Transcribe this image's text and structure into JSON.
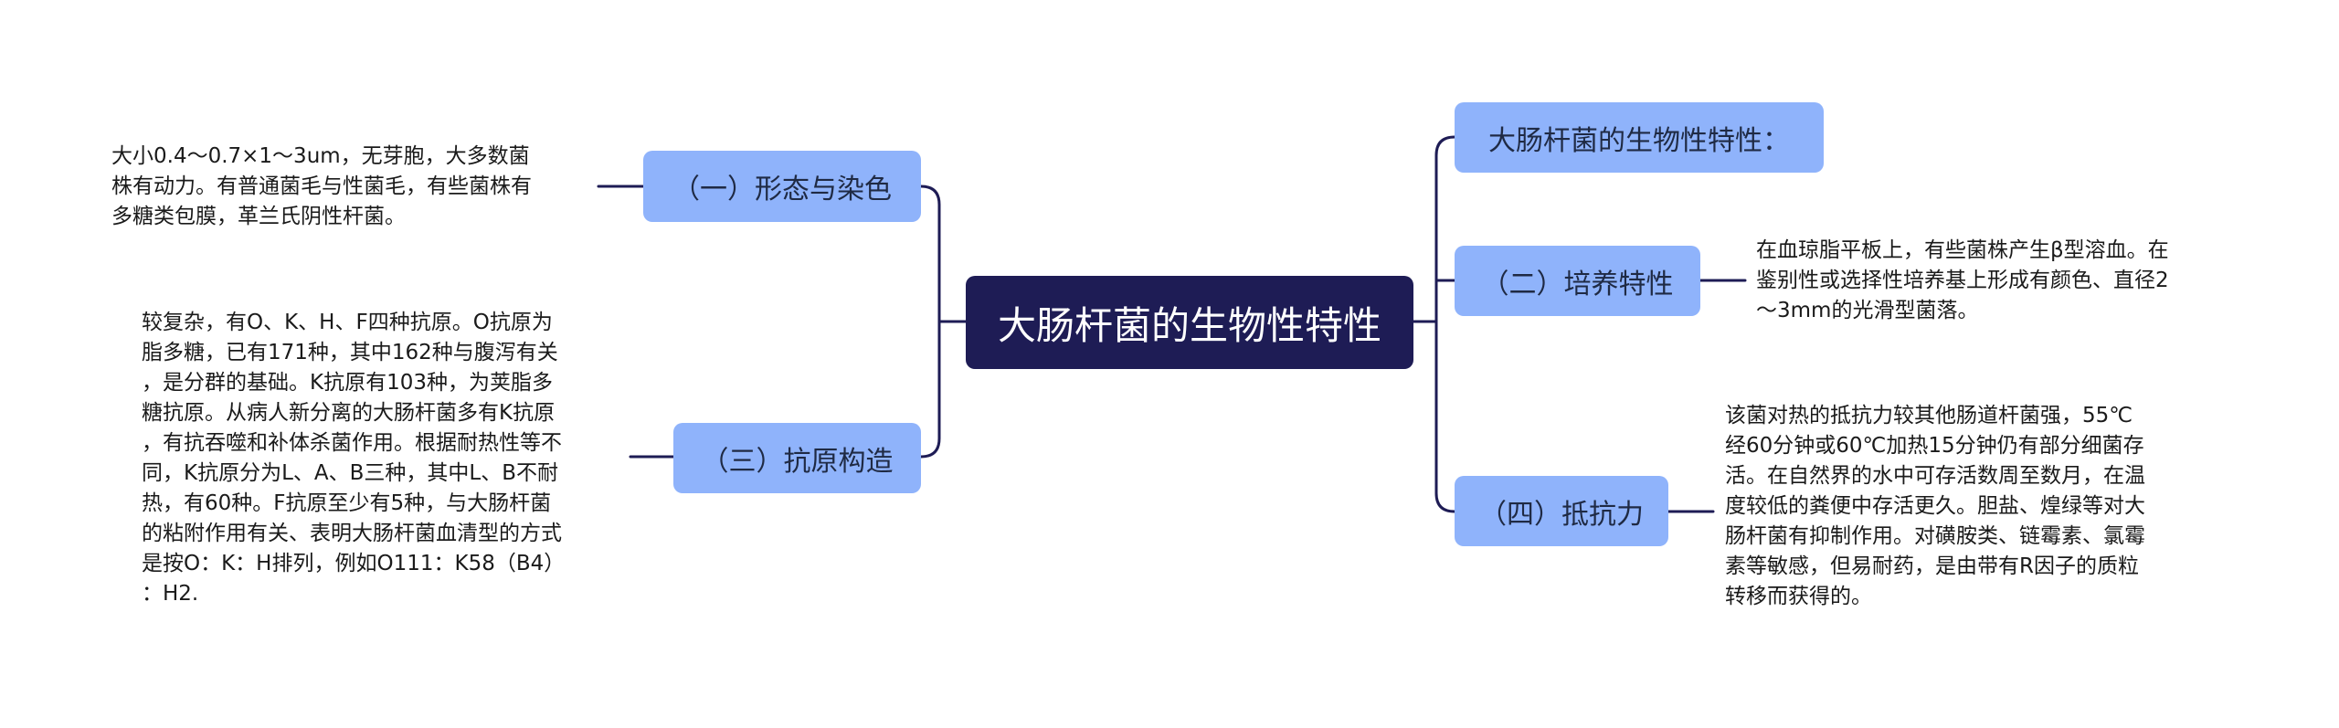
{
  "colors": {
    "root_bg": "#1e1c55",
    "branch_bg": "#8fb3fb",
    "line": "#1e1c55"
  },
  "mindmap": {
    "root": "大肠杆菌的生物性特性",
    "left_branches": [
      {
        "label": "（一）形态与染色",
        "detail": "大小0.4～0.7×1～3um，无芽胞，大多数菌\n株有动力。有普通菌毛与性菌毛，有些菌株有\n多糖类包膜，革兰氏阴性杆菌。"
      },
      {
        "label": "（三）抗原构造",
        "detail": "较复杂，有O、K、H、F四种抗原。O抗原为\n脂多糖，已有171种，其中162种与腹泻有关\n，是分群的基础。K抗原有103种，为荚脂多\n糖抗原。从病人新分离的大肠杆菌多有K抗原\n，有抗吞噬和补体杀菌作用。根据耐热性等不\n同，K抗原分为L、A、B三种，其中L、B不耐\n热，有60种。F抗原至少有5种，与大肠杆菌\n的粘附作用有关、表明大肠杆菌血清型的方式\n是按O：K：H排列，例如O111：K58（B4）\n：H2."
      }
    ],
    "right_branches": [
      {
        "label": "大肠杆菌的生物性特性：",
        "detail": ""
      },
      {
        "label": "（二）培养特性",
        "detail": "在血琼脂平板上，有些菌株产生β型溶血。在\n鉴别性或选择性培养基上形成有颜色、直径2\n～3mm的光滑型菌落。"
      },
      {
        "label": "（四）抵抗力",
        "detail": "该菌对热的抵抗力较其他肠道杆菌强，55℃\n经60分钟或60℃加热15分钟仍有部分细菌存\n活。在自然界的水中可存活数周至数月，在温\n度较低的粪便中存活更久。胆盐、煌绿等对大\n肠杆菌有抑制作用。对磺胺类、链霉素、氯霉\n素等敏感，但易耐药，是由带有R因子的质粒\n转移而获得的。"
      }
    ]
  }
}
